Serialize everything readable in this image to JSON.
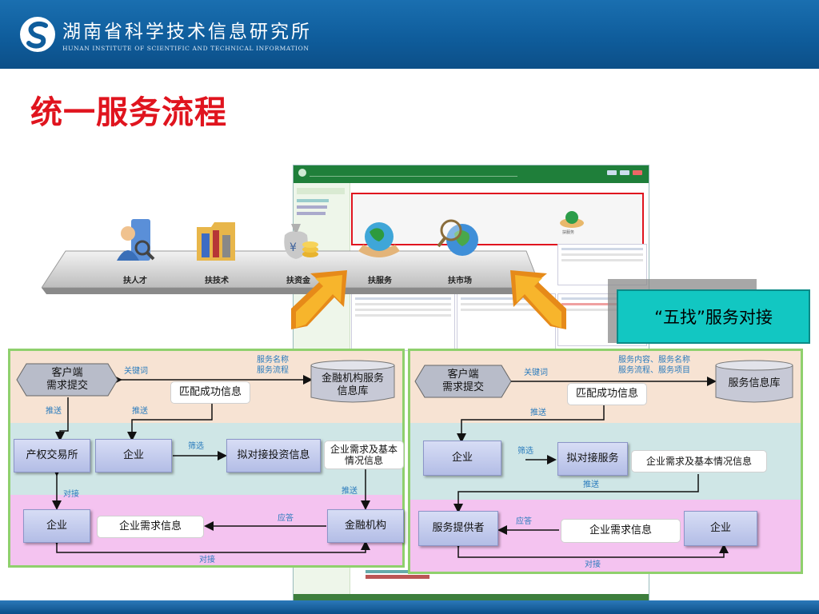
{
  "header": {
    "org_name_cn": "湖南省科学技术信息研究所",
    "org_name_en": "HUNAN INSTITUTE OF SCIENTIFIC AND TECHNICAL INFORMATION"
  },
  "slide": {
    "title": "统一服务流程"
  },
  "shelf": {
    "items": [
      {
        "label": "扶人才",
        "icon": "person-search-icon"
      },
      {
        "label": "扶技术",
        "icon": "toolbox-folder-icon"
      },
      {
        "label": "扶资金",
        "icon": "money-bag-icon"
      },
      {
        "label": "扶服务",
        "icon": "globe-hands-icon"
      },
      {
        "label": "扶市场",
        "icon": "globe-magnifier-icon"
      }
    ],
    "extra_item": "扶服务"
  },
  "callout": {
    "text": "“五找”服务对接"
  },
  "flow_left": {
    "client": "客户端\n需求提交",
    "db": "金融机构服务\n信息库",
    "match_info": "匹配成功信息",
    "property_exchange": "产权交易所",
    "enterprise_mid": "企业",
    "invest_info": "拟对接投资信息",
    "enterprise_basic": "企业需求及基本\n情况信息",
    "enterprise_bottom": "企业",
    "enterprise_demand": "企业需求信息",
    "financial_inst": "金融机构",
    "lbl_keyword": "关键词",
    "lbl_service": "服务名称\n服务流程",
    "lbl_push1": "推送",
    "lbl_push2": "推送",
    "lbl_filter": "筛选",
    "lbl_push3": "推送",
    "lbl_connect1": "对接",
    "lbl_reply": "应答",
    "lbl_connect2": "对接"
  },
  "flow_right": {
    "client": "客户端\n需求提交",
    "db": "服务信息库",
    "match_info": "匹配成功信息",
    "enterprise_mid": "企业",
    "service_info": "拟对接服务",
    "enterprise_basic": "企业需求及基本情况信息",
    "provider": "服务提供者",
    "enterprise_demand": "企业需求信息",
    "enterprise_bottom": "企业",
    "lbl_keyword": "关键词",
    "lbl_service": "服务内容、服务名称\n服务流程、服务项目",
    "lbl_push1": "推送",
    "lbl_filter": "筛选",
    "lbl_push2": "推送",
    "lbl_reply": "应答",
    "lbl_connect": "对接"
  },
  "colors": {
    "band_peach": "#f7e3d3",
    "band_teal": "#cfe6e6",
    "band_pink": "#f4c3f0",
    "title_red": "#e0141e",
    "header_blue": "#1a6fb0"
  }
}
